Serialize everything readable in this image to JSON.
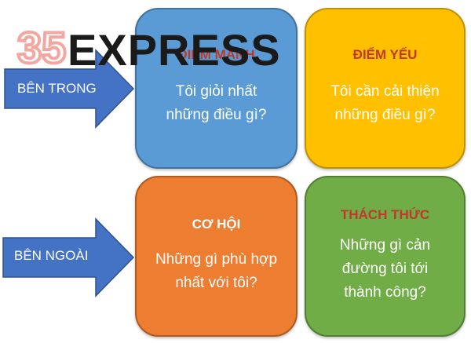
{
  "arrows": {
    "inside_label": "BÊN TRONG",
    "outside_label": "BÊN NGOÀI"
  },
  "quadrants": {
    "strengths": {
      "title": "ĐIỂM MẠNH",
      "line1": "Tôi giỏi nhất",
      "line2": "những điều gì?"
    },
    "weaknesses": {
      "title": "ĐIỂM YẾU",
      "line1": "Tôi cần cải thiện",
      "line2": "những điều gì?"
    },
    "opportunities": {
      "title": "CƠ HỘI",
      "line1": "Những gì phù hợp",
      "line2": "nhất với tôi?"
    },
    "threats": {
      "title": "THÁCH THỨC",
      "line1": "Những gì cản",
      "line2": "đường tôi tới",
      "line3": "thành công?"
    }
  },
  "watermark": {
    "logo_text": "EXPRESS",
    "logo_number": "35"
  },
  "colors": {
    "strengths": "#5a9bd5",
    "weaknesses": "#ffc000",
    "opportunities": "#ed7d31",
    "threats": "#70ad47",
    "arrow": "#4472c4",
    "title_red": "#c0392b"
  }
}
